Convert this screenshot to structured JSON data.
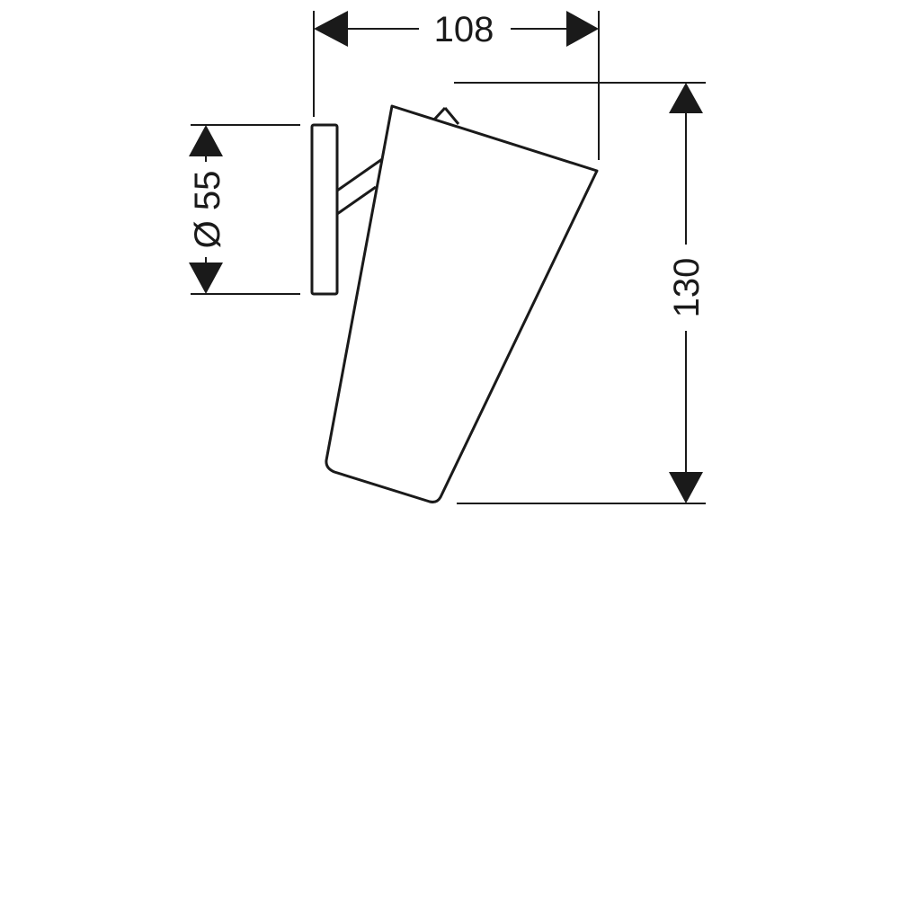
{
  "dimensions": {
    "width": "108",
    "height": "130",
    "diameter": "Ø 55"
  },
  "colors": {
    "line": "#1a1a1a",
    "background": "#ffffff"
  }
}
